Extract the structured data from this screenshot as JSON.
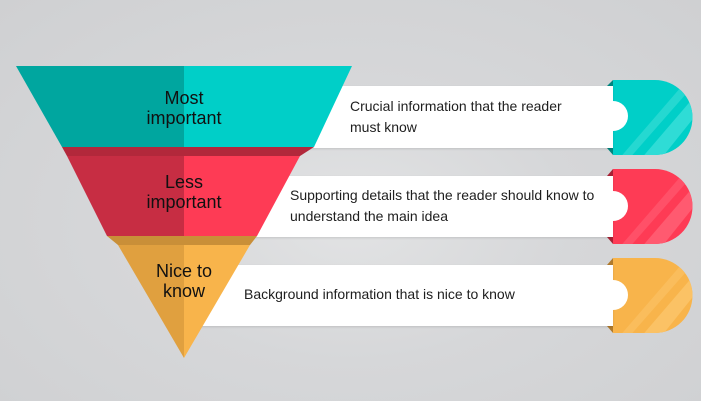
{
  "diagram": {
    "type": "inverted-pyramid",
    "levels": [
      {
        "label_line1": "Most",
        "label_line2": "important",
        "description_line1": "Crucial information that the reader",
        "description_line2": "must know",
        "color_light": "#00cfc8",
        "color_dark": "#00a69f"
      },
      {
        "label_line1": "Less",
        "label_line2": "important",
        "description_line1": "Supporting details that the reader should know to",
        "description_line2": "understand the main idea",
        "color_light": "#fe3b55",
        "color_dark": "#c72d43"
      },
      {
        "label_line1": "Nice to",
        "label_line2": "know",
        "description_line1": "Background information that is nice to know",
        "description_line2": "",
        "color_light": "#f8b44b",
        "color_dark": "#e0a03f"
      }
    ]
  }
}
